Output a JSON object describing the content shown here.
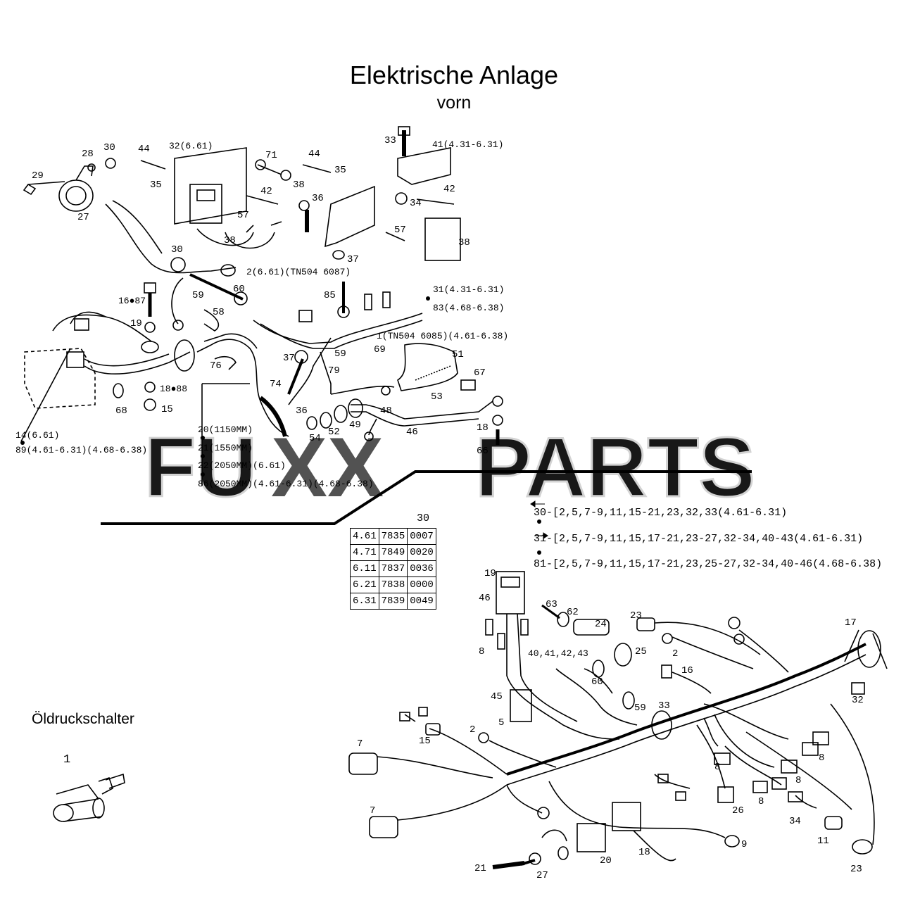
{
  "title": "Elektrische Anlage",
  "subtitle": "vorn",
  "watermark": {
    "part1": "FU",
    "part2": "XX",
    "part3": "PARTS",
    "accent_color": "#f5c75a",
    "gray_color": "#cfcfcf"
  },
  "inset": {
    "label": "Öldruckschalter",
    "number": "1"
  },
  "table": {
    "header": "30",
    "rows": [
      [
        "4.61",
        "7835",
        "0007"
      ],
      [
        "4.71",
        "7849",
        "0020"
      ],
      [
        "6.11",
        "7837",
        "0036"
      ],
      [
        "6.21",
        "7838",
        "0000"
      ],
      [
        "6.31",
        "7839",
        "0049"
      ]
    ]
  },
  "legend": [
    {
      "num": "30",
      "text": "2,5,7-9,11,15-21,23,32,33(4.61-6.31)"
    },
    {
      "num": "31",
      "text": "2,5,7-9,11,15,17-21,23-27,32-34,40-43(4.61-6.31)"
    },
    {
      "num": "81",
      "text": "2,5,7-9,11,15,17-21,23,25-27,32-34,40-46(4.68-6.38)"
    }
  ],
  "labels_top": {
    "l32_661": "32(6.61)",
    "l41": "41(4.31-6.31)",
    "l2_661": "2(6.61)(TN504 6087)",
    "l31": "31(4.31-6.31)",
    "l83": "83(4.68-6.38)",
    "l1": "1(TN504 6085)(4.61-6.38)",
    "l14": "14(6.61)",
    "l89": "89(4.61-6.31)(4.68-6.38)",
    "l20": "20(1150MM)",
    "l21": "21(1550MM)",
    "l22": "22(2050MM)(6.61)",
    "l86": "86(2050MM)(4.61-6.31)(4.68-6.38)",
    "l16_87": "16●87",
    "l18_88": "18●88",
    "l40_43": "40,41,42,43"
  },
  "callouts": [
    {
      "t": "29"
    },
    {
      "t": "28"
    },
    {
      "t": "30"
    },
    {
      "t": "44"
    },
    {
      "t": "35"
    },
    {
      "t": "27"
    },
    {
      "t": "71"
    },
    {
      "t": "38"
    },
    {
      "t": "42"
    },
    {
      "t": "57"
    },
    {
      "t": "38"
    },
    {
      "t": "44"
    },
    {
      "t": "35"
    },
    {
      "t": "36"
    },
    {
      "t": "33"
    },
    {
      "t": "34"
    },
    {
      "t": "42"
    },
    {
      "t": "57"
    },
    {
      "t": "37"
    },
    {
      "t": "38"
    },
    {
      "t": "30"
    },
    {
      "t": "59"
    },
    {
      "t": "60"
    },
    {
      "t": "85"
    },
    {
      "t": "58"
    },
    {
      "t": "19"
    },
    {
      "t": "59"
    },
    {
      "t": "69"
    },
    {
      "t": "51"
    },
    {
      "t": "76"
    },
    {
      "t": "37"
    },
    {
      "t": "74"
    },
    {
      "t": "79"
    },
    {
      "t": "67"
    },
    {
      "t": "53"
    },
    {
      "t": "68"
    },
    {
      "t": "15"
    },
    {
      "t": "36"
    },
    {
      "t": "48"
    },
    {
      "t": "49"
    },
    {
      "t": "52"
    },
    {
      "t": "54"
    },
    {
      "t": "46"
    },
    {
      "t": "18"
    },
    {
      "t": "66"
    },
    {
      "t": "19"
    },
    {
      "t": "46"
    },
    {
      "t": "63"
    },
    {
      "t": "62"
    },
    {
      "t": "24"
    },
    {
      "t": "23"
    },
    {
      "t": "17"
    },
    {
      "t": "8"
    },
    {
      "t": "25"
    },
    {
      "t": "2"
    },
    {
      "t": "16"
    },
    {
      "t": "60"
    },
    {
      "t": "45"
    },
    {
      "t": "59"
    },
    {
      "t": "33"
    },
    {
      "t": "32"
    },
    {
      "t": "5"
    },
    {
      "t": "7"
    },
    {
      "t": "15"
    },
    {
      "t": "2"
    },
    {
      "t": "8"
    },
    {
      "t": "8"
    },
    {
      "t": "7"
    },
    {
      "t": "26"
    },
    {
      "t": "8"
    },
    {
      "t": "8"
    },
    {
      "t": "34"
    },
    {
      "t": "11"
    },
    {
      "t": "9"
    },
    {
      "t": "20"
    },
    {
      "t": "18"
    },
    {
      "t": "21"
    },
    {
      "t": "27"
    },
    {
      "t": "23"
    }
  ]
}
